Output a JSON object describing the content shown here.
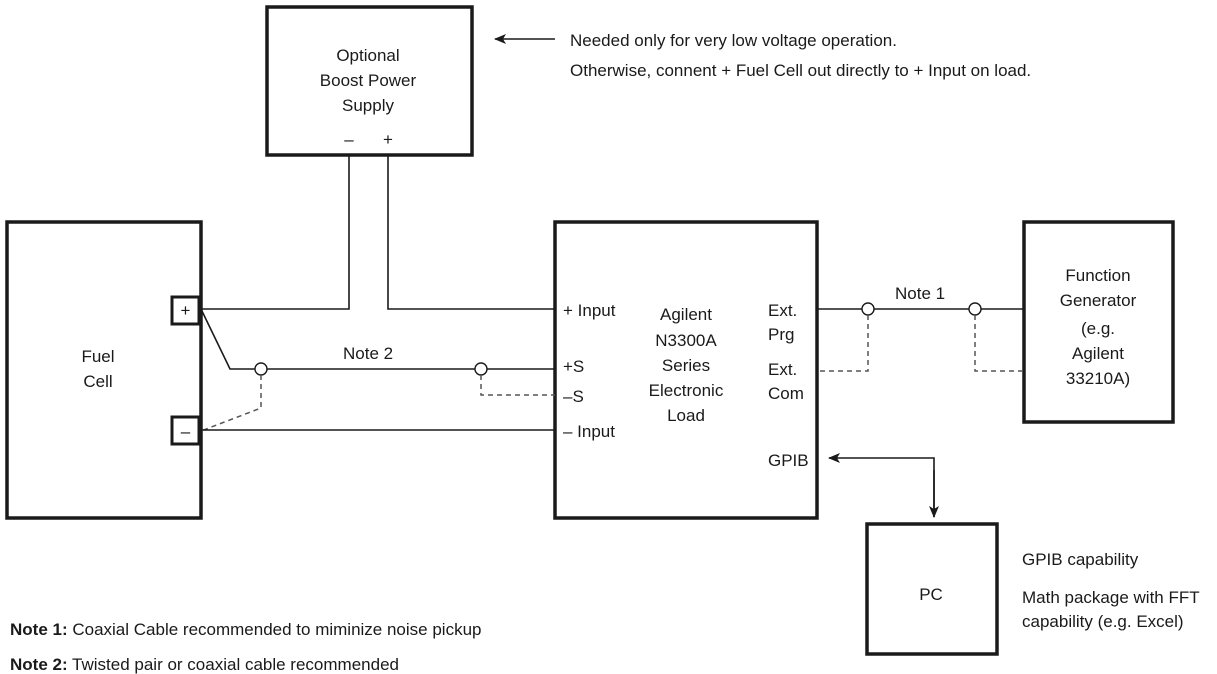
{
  "boost_supply": {
    "lines": [
      "Optional",
      "Boost Power",
      "Supply"
    ],
    "minus": "–",
    "plus": "+"
  },
  "boost_note": {
    "line1": "Needed only for very low voltage operation.",
    "line2": "Otherwise, connent + Fuel Cell out directly to + Input on load."
  },
  "fuel_cell": {
    "lines": [
      "Fuel",
      "Cell"
    ],
    "plus": "+",
    "minus": "–"
  },
  "load": {
    "lines": [
      "Agilent",
      "N3300A",
      "Series",
      "Electronic",
      "Load"
    ],
    "plus_input": "+ Input",
    "plus_s": "+S",
    "minus_s": "–S",
    "minus_input": "– Input",
    "ext_prg": [
      "Ext.",
      "Prg"
    ],
    "ext_com": [
      "Ext.",
      "Com"
    ],
    "gpib": "GPIB"
  },
  "function_generator": {
    "lines": [
      "Function",
      "Generator",
      "(e.g.",
      "Agilent",
      "33210A)"
    ]
  },
  "pc": {
    "label": "PC",
    "capabilities": [
      "GPIB capability",
      "Math package with FFT",
      "capability (e.g. Excel)"
    ]
  },
  "wire_labels": {
    "note1": "Note 1",
    "note2": "Note 2"
  },
  "footnotes": [
    {
      "label": "Note 1:",
      "text": " Coaxial Cable recommended to miminize noise pickup"
    },
    {
      "label": "Note 2:",
      "text": " Twisted pair or coaxial cable recommended"
    }
  ]
}
